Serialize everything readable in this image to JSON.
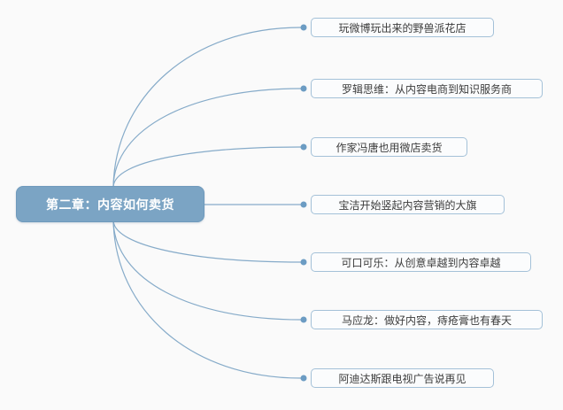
{
  "diagram": {
    "type": "mindmap",
    "root": {
      "label": "第二章：内容如何卖货"
    },
    "branches": [
      {
        "label": "玩微博玩出来的野兽派花店"
      },
      {
        "label": "罗辑思维：从内容电商到知识服务商"
      },
      {
        "label": "作家冯唐也用微店卖货"
      },
      {
        "label": "宝洁开始竖起内容营销的大旗"
      },
      {
        "label": "可口可乐：从创意卓越到内容卓越"
      },
      {
        "label": "马应龙：做好内容，痔疮膏也有春天"
      },
      {
        "label": "阿迪达斯跟电视广告说再见"
      }
    ],
    "colors": {
      "root_fill": "#7ba4c4",
      "root_text": "#ffffff",
      "branch_border": "#a4c1d8",
      "branch_fill": "#fbfcfd",
      "branch_text": "#3c3c3c",
      "line": "#86abc9",
      "dot": "#6c9cc3",
      "background": "#fafafa"
    }
  }
}
